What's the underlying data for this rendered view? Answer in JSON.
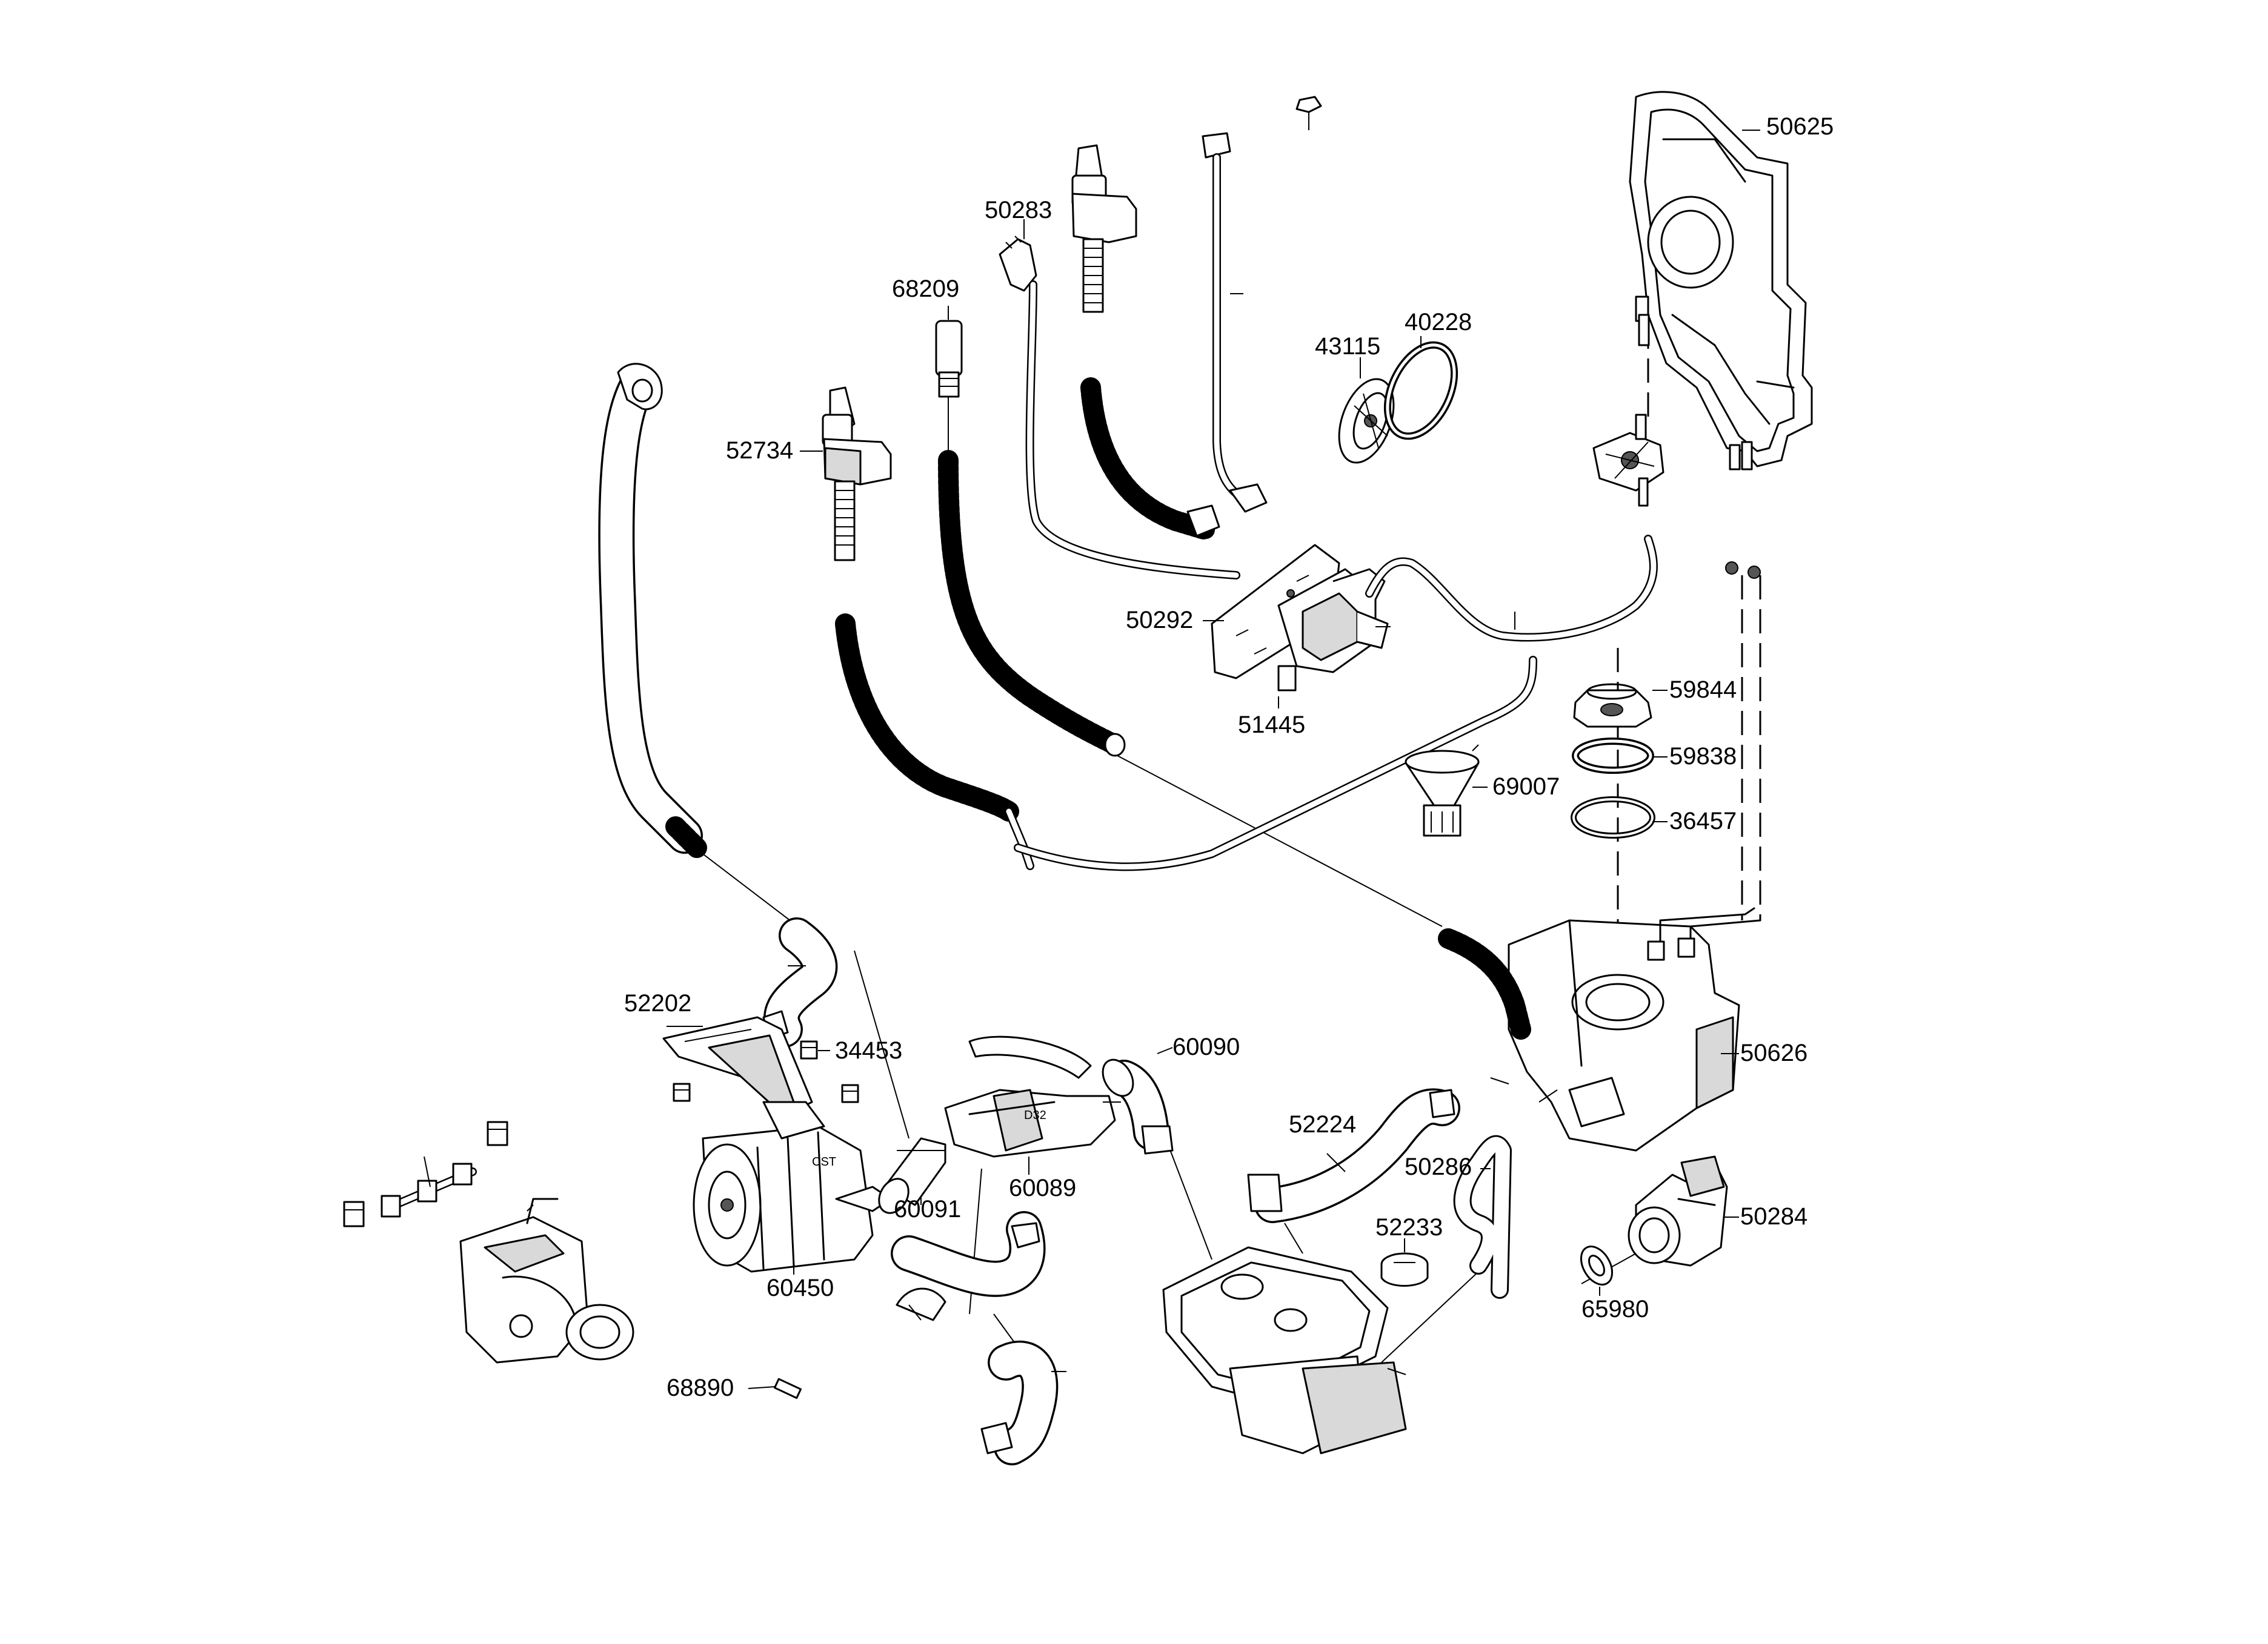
{
  "labels": {
    "p50625": "50625",
    "p50283": "50283",
    "p68209": "68209",
    "p43115": "43115",
    "p40228": "40228",
    "p52734": "52734",
    "p50292": "50292",
    "p51445": "51445",
    "p59844": "59844",
    "p59838": "59838",
    "p69007": "69007",
    "p36457": "36457",
    "p52202": "52202",
    "p34453": "34453",
    "p60090": "60090",
    "p50626": "50626",
    "p52224": "52224",
    "p50286": "50286",
    "p60091": "60091",
    "p60089": "60089",
    "p52233": "52233",
    "p50284": "50284",
    "p60450": "60450",
    "p65980": "65980",
    "p68890": "68890"
  },
  "markings": {
    "d32": "D32",
    "cst": "CST"
  }
}
